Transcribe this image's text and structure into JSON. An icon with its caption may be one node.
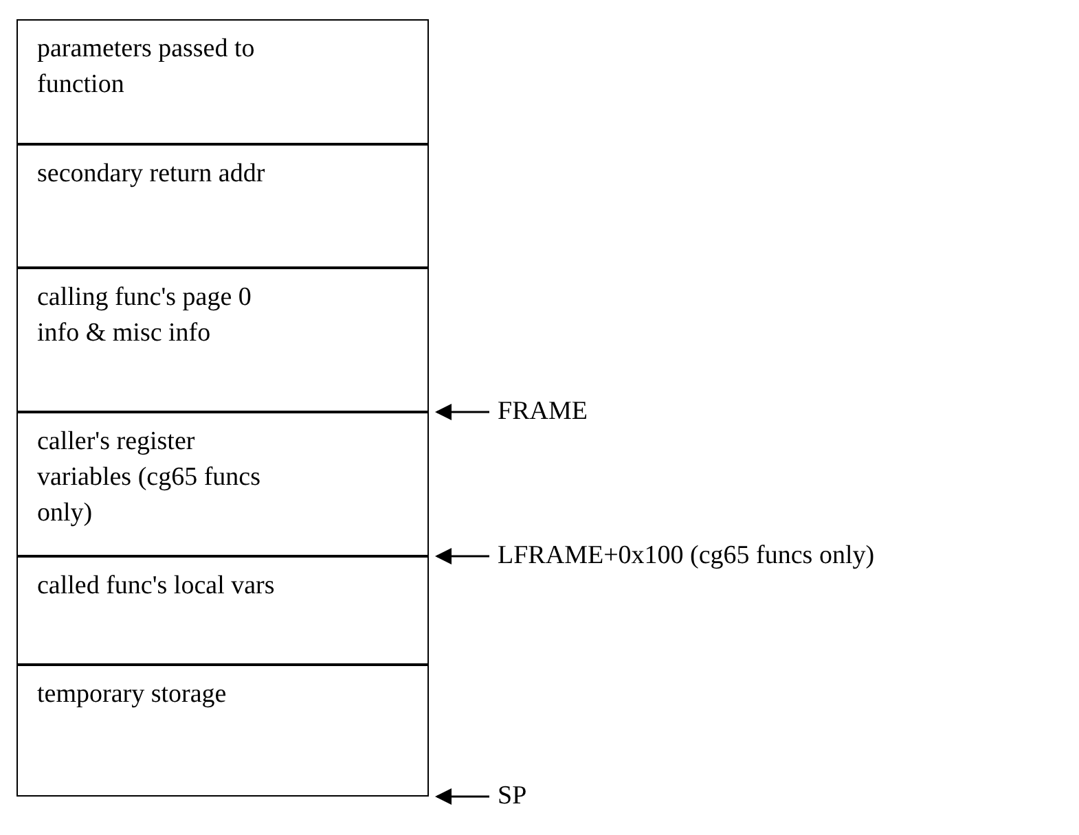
{
  "diagram": {
    "nodes": [
      {
        "text": [
          "parameters passed to function"
        ]
      },
      {
        "text": [
          "secondary return addr"
        ]
      },
      {
        "text": [
          "calling func's page 0 info & misc info"
        ]
      },
      {
        "text": [
          "caller's register variables (cg65 funcs only)"
        ]
      },
      {
        "text": [
          "called func's local vars"
        ]
      },
      {
        "text": [
          "temporary storage"
        ]
      },
      {
        "text": [
          "FRAME"
        ]
      },
      {
        "text": [
          "LFRAME+0x100 (cg65 funcs only)"
        ]
      },
      {
        "text": [
          "SP"
        ]
      }
    ],
    "edges": [
      {
        "from": 6,
        "to": 2,
        "arrow": "to"
      },
      {
        "from": 7,
        "to": 3,
        "arrow": "to"
      },
      {
        "from": 8,
        "to": 5,
        "arrow": "to"
      }
    ]
  }
}
